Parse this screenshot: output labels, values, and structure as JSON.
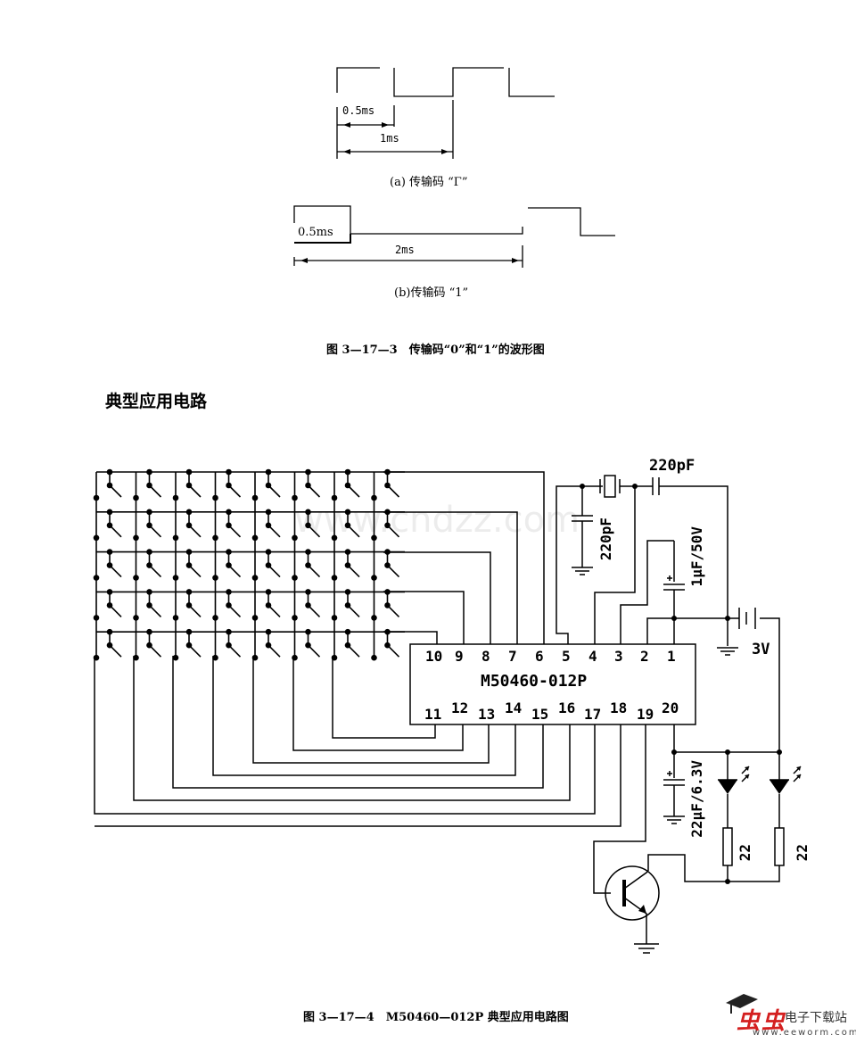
{
  "waveform_a": {
    "label_half": "0.5ms",
    "label_full": "1ms",
    "caption": "(a) 传输码 “Γ”"
  },
  "waveform_b": {
    "label_half": "0.5ms",
    "label_full": "2ms",
    "caption": "(b)传输码 “1”"
  },
  "figure1_caption": "图 3—17—3　传输码“0”和“1”的波形图",
  "section_title": "典型应用电路",
  "circuit": {
    "ic_name": "M50460-012P",
    "top_pins": [
      "10",
      "9",
      "8",
      "7",
      "6",
      "5",
      "4",
      "3",
      "2",
      "1"
    ],
    "bottom_pins": [
      "11",
      "12",
      "13",
      "14",
      "15",
      "16",
      "17",
      "18",
      "19",
      "20"
    ],
    "crystal_cap": "220pF",
    "ground_cap": "220pF",
    "electrolytic_top": "1μF/50V",
    "battery": "3V",
    "electrolytic_bottom": "22μF/6.3V",
    "resistor_1": "22",
    "resistor_2": "22",
    "switch_rows": 5,
    "switch_cols": 8
  },
  "watermark": "www.cndzz.com",
  "figure2_caption": "图 3—17—4　M50460—012P 典型应用电路图",
  "logo": {
    "chars": "虫虫",
    "name": "电子下载站",
    "url": "www.eeworm.com",
    "accent": "#d42020"
  }
}
